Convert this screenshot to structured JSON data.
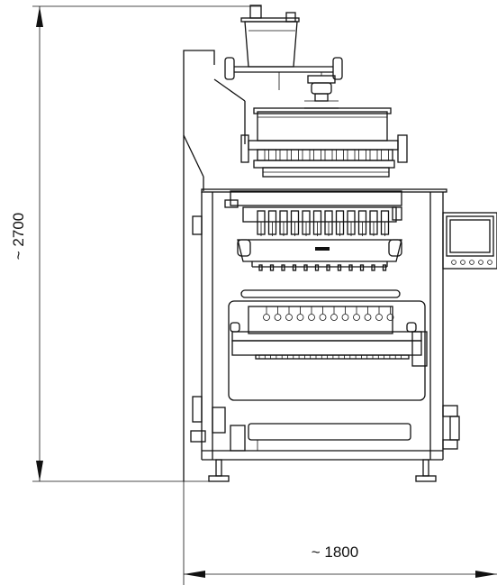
{
  "dimensions": {
    "height_label": "~ 2700",
    "width_label": "~ 1800"
  },
  "colors": {
    "line": "#111111",
    "background": "#ffffff"
  },
  "machine": {
    "nozzle_count": 12,
    "panel_buttons": 5
  }
}
